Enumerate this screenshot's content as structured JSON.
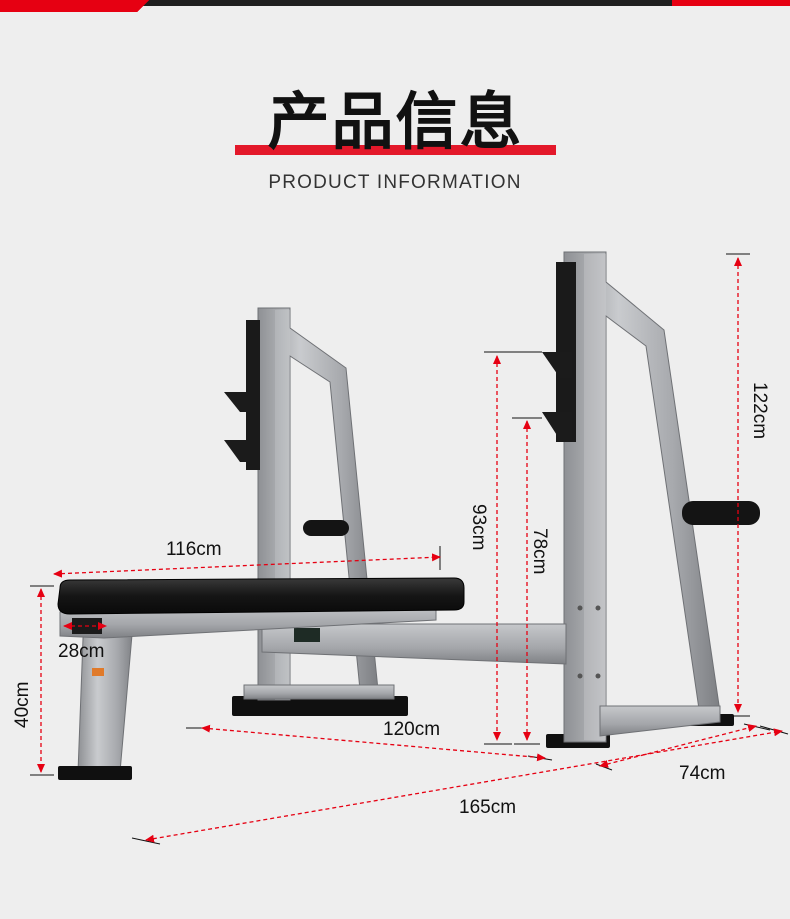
{
  "heading": {
    "title_cn": "产品信息",
    "subtitle": "PRODUCT INFORMATION"
  },
  "colors": {
    "accent": "#e60012",
    "frame": "#a9abae",
    "pad": "#1a1a1a",
    "background": "#eeeeee"
  },
  "dimensions": {
    "bench_length": "116cm",
    "bench_width": "28cm",
    "bench_height": "40cm",
    "rack_high_hook": "93cm",
    "rack_low_hook": "78cm",
    "rack_height": "122cm",
    "base_depth": "120cm",
    "base_width": "74cm",
    "total_length": "165cm"
  }
}
